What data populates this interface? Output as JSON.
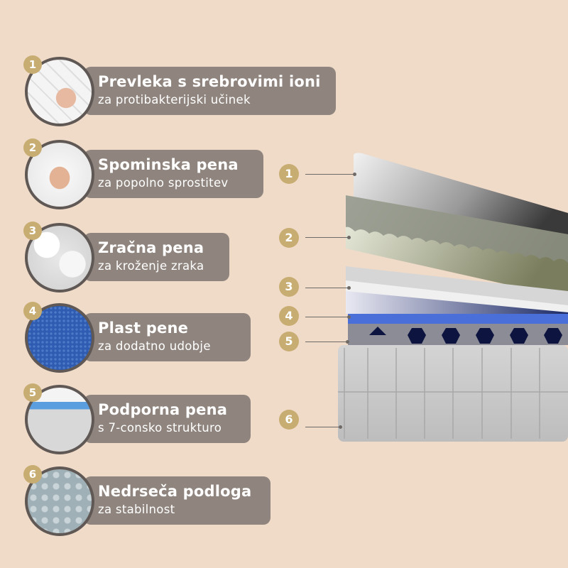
{
  "features": [
    {
      "number": "1",
      "title": "Prevleka s srebrovimi ioni",
      "subtitle": "za protibakterijski učinek",
      "icon": "hand-on-quilted-cover"
    },
    {
      "number": "2",
      "title": "Spominska pena",
      "subtitle": "za popolno sprostitev",
      "icon": "hand-on-memory-foam"
    },
    {
      "number": "3",
      "title": "Zračna pena",
      "subtitle": "za kroženje zraka",
      "icon": "air-foam-texture"
    },
    {
      "number": "4",
      "title": "Plast pene",
      "subtitle": "za dodatno udobje",
      "icon": "blue-foam-texture"
    },
    {
      "number": "5",
      "title": "Podporna pena",
      "subtitle": "s 7-consko strukturo",
      "icon": "support-foam-zones"
    },
    {
      "number": "6",
      "title": "Nedrseča podloga",
      "subtitle": "za stabilnost",
      "icon": "non-slip-dots"
    }
  ],
  "layer_markers": [
    "1",
    "2",
    "3",
    "4",
    "5",
    "6"
  ],
  "colors": {
    "background": "#f0dac8",
    "label_box": "#8f857e",
    "badge": "#c8ad72"
  }
}
